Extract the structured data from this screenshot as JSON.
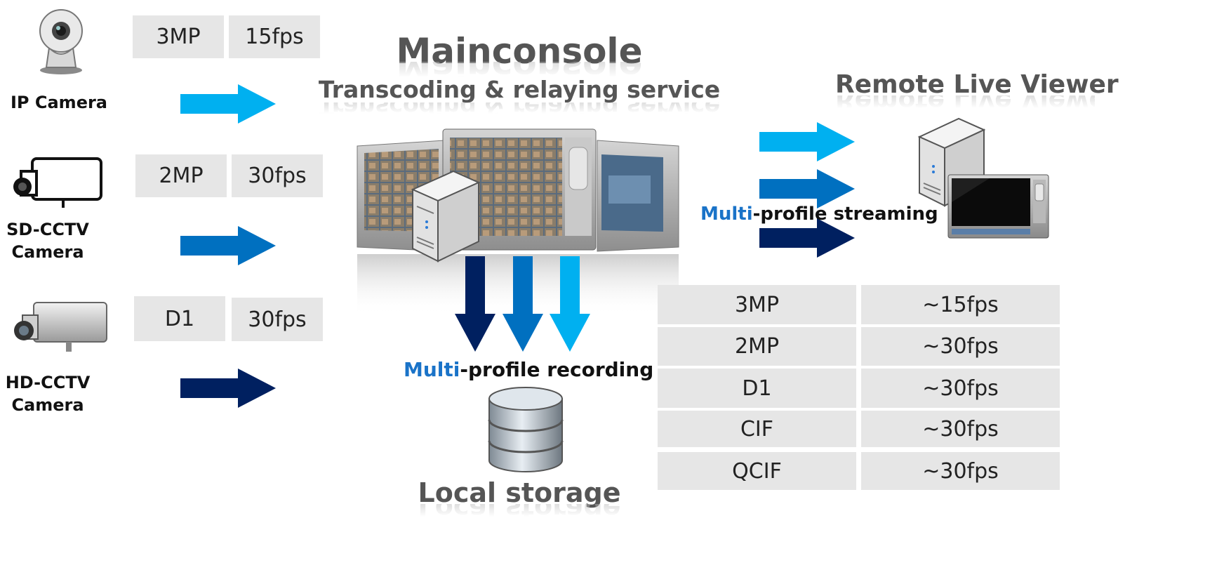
{
  "colors": {
    "arrow_light": "#00b0f0",
    "arrow_mid": "#0070c0",
    "arrow_dark": "#002060",
    "highlight": "#1a73c8",
    "cell_bg": "#e6e6e6"
  },
  "sources": [
    {
      "label": "IP Camera",
      "icon": "ip-camera-icon",
      "resolution": "3MP",
      "fps": "15fps"
    },
    {
      "label": "SD-CCTV\nCamera",
      "icon": "sd-cctv-camera-icon",
      "resolution": "2MP",
      "fps": "30fps"
    },
    {
      "label": "HD-CCTV\nCamera",
      "icon": "hd-cctv-camera-icon",
      "resolution": "D1",
      "fps": "30fps"
    }
  ],
  "mainconsole": {
    "title": "Mainconsole",
    "subtitle": "Transcoding & relaying service"
  },
  "remote": {
    "title": "Remote Live Viewer"
  },
  "streaming_caption": {
    "highlight": "Multi",
    "rest": "-profile streaming"
  },
  "recording_caption": {
    "highlight": "Multi",
    "rest": "-profile recording"
  },
  "storage": {
    "title": "Local storage"
  },
  "profiles_table": [
    {
      "resolution": "3MP",
      "fps": "~15fps"
    },
    {
      "resolution": "2MP",
      "fps": "~30fps"
    },
    {
      "resolution": "D1",
      "fps": "~30fps"
    },
    {
      "resolution": "CIF",
      "fps": "~30fps"
    },
    {
      "resolution": "QCIF",
      "fps": "~30fps"
    }
  ]
}
